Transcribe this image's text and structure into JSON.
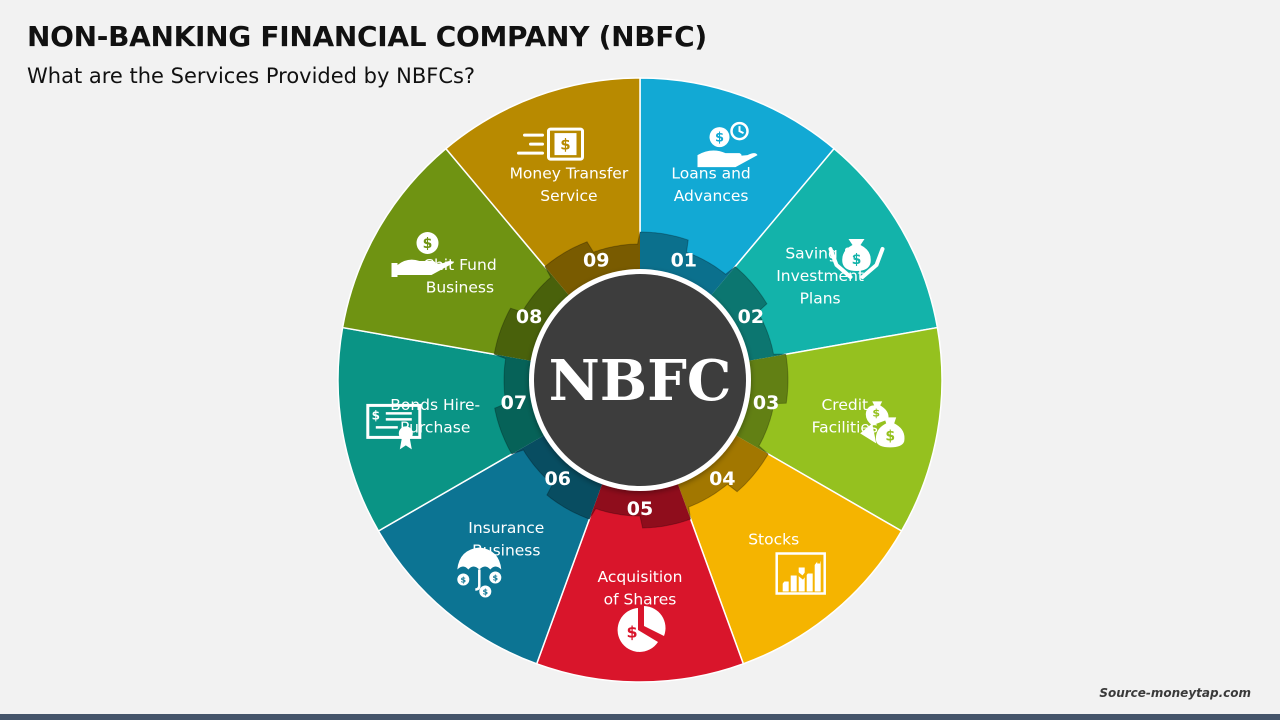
{
  "header": {
    "title": "NON-BANKING FINANCIAL COMPANY (NBFC)",
    "subtitle": "What are the Services Provided by NBFCs?"
  },
  "footer": {
    "source": "Source-moneytap.com"
  },
  "diagram": {
    "center_label": "NBFC",
    "center_color": "#3d3d3d",
    "segments": [
      {
        "number": "01",
        "lines": [
          "Loans and",
          "Advances"
        ],
        "color": "#12a9d4",
        "icon": "hand-money-bag-clock-icon"
      },
      {
        "number": "02",
        "lines": [
          "Saving &",
          "Investment",
          "Plans"
        ],
        "color": "#13b3aa",
        "icon": "hands-money-bag-icon"
      },
      {
        "number": "03",
        "lines": [
          "Credit",
          "Facilities"
        ],
        "color": "#95c11f",
        "icon": "money-bags-icon"
      },
      {
        "number": "04",
        "lines": [
          "Stocks"
        ],
        "color": "#f5b400",
        "icon": "stock-chart-icon"
      },
      {
        "number": "05",
        "lines": [
          "Acquisition",
          "of Shares"
        ],
        "color": "#d9152b",
        "icon": "pie-chart-dollar-icon"
      },
      {
        "number": "06",
        "lines": [
          "Insurance",
          "Business"
        ],
        "color": "#0c7493",
        "icon": "umbrella-coins-icon"
      },
      {
        "number": "07",
        "lines": [
          "Bonds Hire-",
          "Purchase"
        ],
        "color": "#0a9485",
        "icon": "certificate-icon"
      },
      {
        "number": "08",
        "lines": [
          "Chit Fund",
          "Business"
        ],
        "color": "#6f9312",
        "icon": "hand-coin-icon"
      },
      {
        "number": "09",
        "lines": [
          "Money Transfer",
          "Service"
        ],
        "color": "#b88a00",
        "icon": "money-transfer-icon"
      }
    ]
  }
}
